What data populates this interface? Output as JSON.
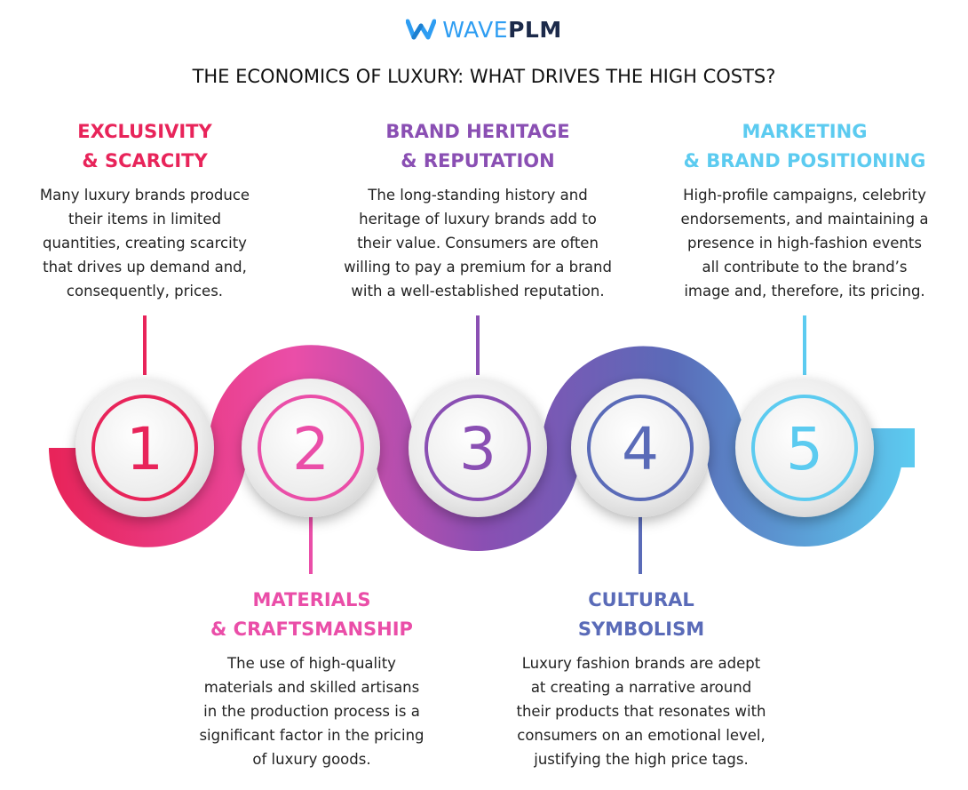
{
  "brand": {
    "name_part1": "WAVE",
    "name_part2": "PLM",
    "icon": "wave-w-logo-icon"
  },
  "title": "THE ECONOMICS OF LUXURY: WHAT DRIVES THE HIGH COSTS?",
  "colors": {
    "step1": "#e8245a",
    "step2": "#ea4ea8",
    "step3": "#8a4fb3",
    "step4": "#5a6bb8",
    "step5": "#5ccbf0"
  },
  "steps": [
    {
      "number": "1",
      "heading_line1": "EXCLUSIVITY",
      "heading_line2": "& SCARCITY",
      "text_lines": [
        "Many luxury brands produce",
        "their items in limited",
        "quantities, creating scarcity",
        "that drives up demand and,",
        "consequently, prices."
      ]
    },
    {
      "number": "2",
      "heading_line1": "MATERIALS",
      "heading_line2": "& CRAFTSMANSHIP",
      "text_lines": [
        "The use of high-quality",
        "materials and skilled artisans",
        "in the production process is a",
        "significant factor in the pricing",
        "of luxury goods."
      ]
    },
    {
      "number": "3",
      "heading_line1": "BRAND HERITAGE",
      "heading_line2": "& REPUTATION",
      "text_lines": [
        "The long-standing history and",
        "heritage of luxury brands add to",
        "their value. Consumers are often",
        "willing to pay a premium for a brand",
        "with a well-established reputation."
      ]
    },
    {
      "number": "4",
      "heading_line1": "CULTURAL",
      "heading_line2": "SYMBOLISM",
      "text_lines": [
        "Luxury fashion brands are adept",
        "at creating a narrative around",
        "their products that resonates with",
        "consumers on an emotional level,",
        "justifying the high price tags."
      ]
    },
    {
      "number": "5",
      "heading_line1": "MARKETING",
      "heading_line2": "& BRAND POSITIONING",
      "text_lines": [
        "High-profile campaigns, celebrity",
        "endorsements, and maintaining a",
        "presence in high-fashion events",
        "all contribute to the brand’s",
        "image and, therefore, its pricing."
      ]
    }
  ]
}
